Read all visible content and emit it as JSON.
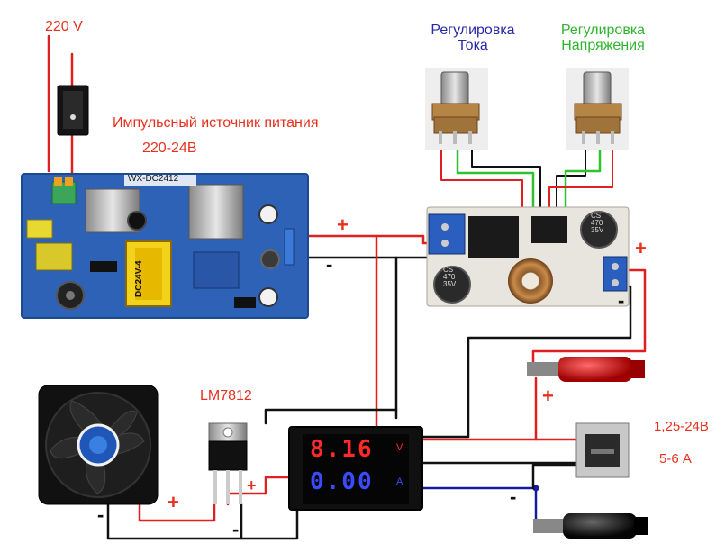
{
  "labels": {
    "mains_voltage": "220 V",
    "psu_title": "Импульсный источник питания",
    "psu_range": "220-24В",
    "psu_model": "WX-DC2412",
    "psu_trafo": "DC24V-4",
    "current_pot_line1": "Регулировка",
    "current_pot_line2": "Тока",
    "voltage_pot_line1": "Регулировка",
    "voltage_pot_line2": "Напряжения",
    "regulator": "LM7812",
    "out_range": "1,25-24В",
    "out_current": "5-6 А",
    "cap_left_1": "CS",
    "cap_left_2": "470",
    "cap_left_3": "35V",
    "cap_right_1": "CS",
    "cap_right_2": "470",
    "cap_right_3": "35V"
  },
  "meter": {
    "voltage_value": "8.16",
    "voltage_unit": "V",
    "current_value": "0.00",
    "current_unit": "A"
  },
  "signs": {
    "plus": "+",
    "minus": "-"
  },
  "colors": {
    "wire_red": "#e02020",
    "wire_black": "#111111",
    "wire_green": "#2ec22e",
    "wire_blue": "#1a1aa0",
    "pcb_blue": "#2d62b6",
    "label_red": "#e8301e",
    "label_blue": "#2a2aa8",
    "label_green": "#2db52d"
  }
}
